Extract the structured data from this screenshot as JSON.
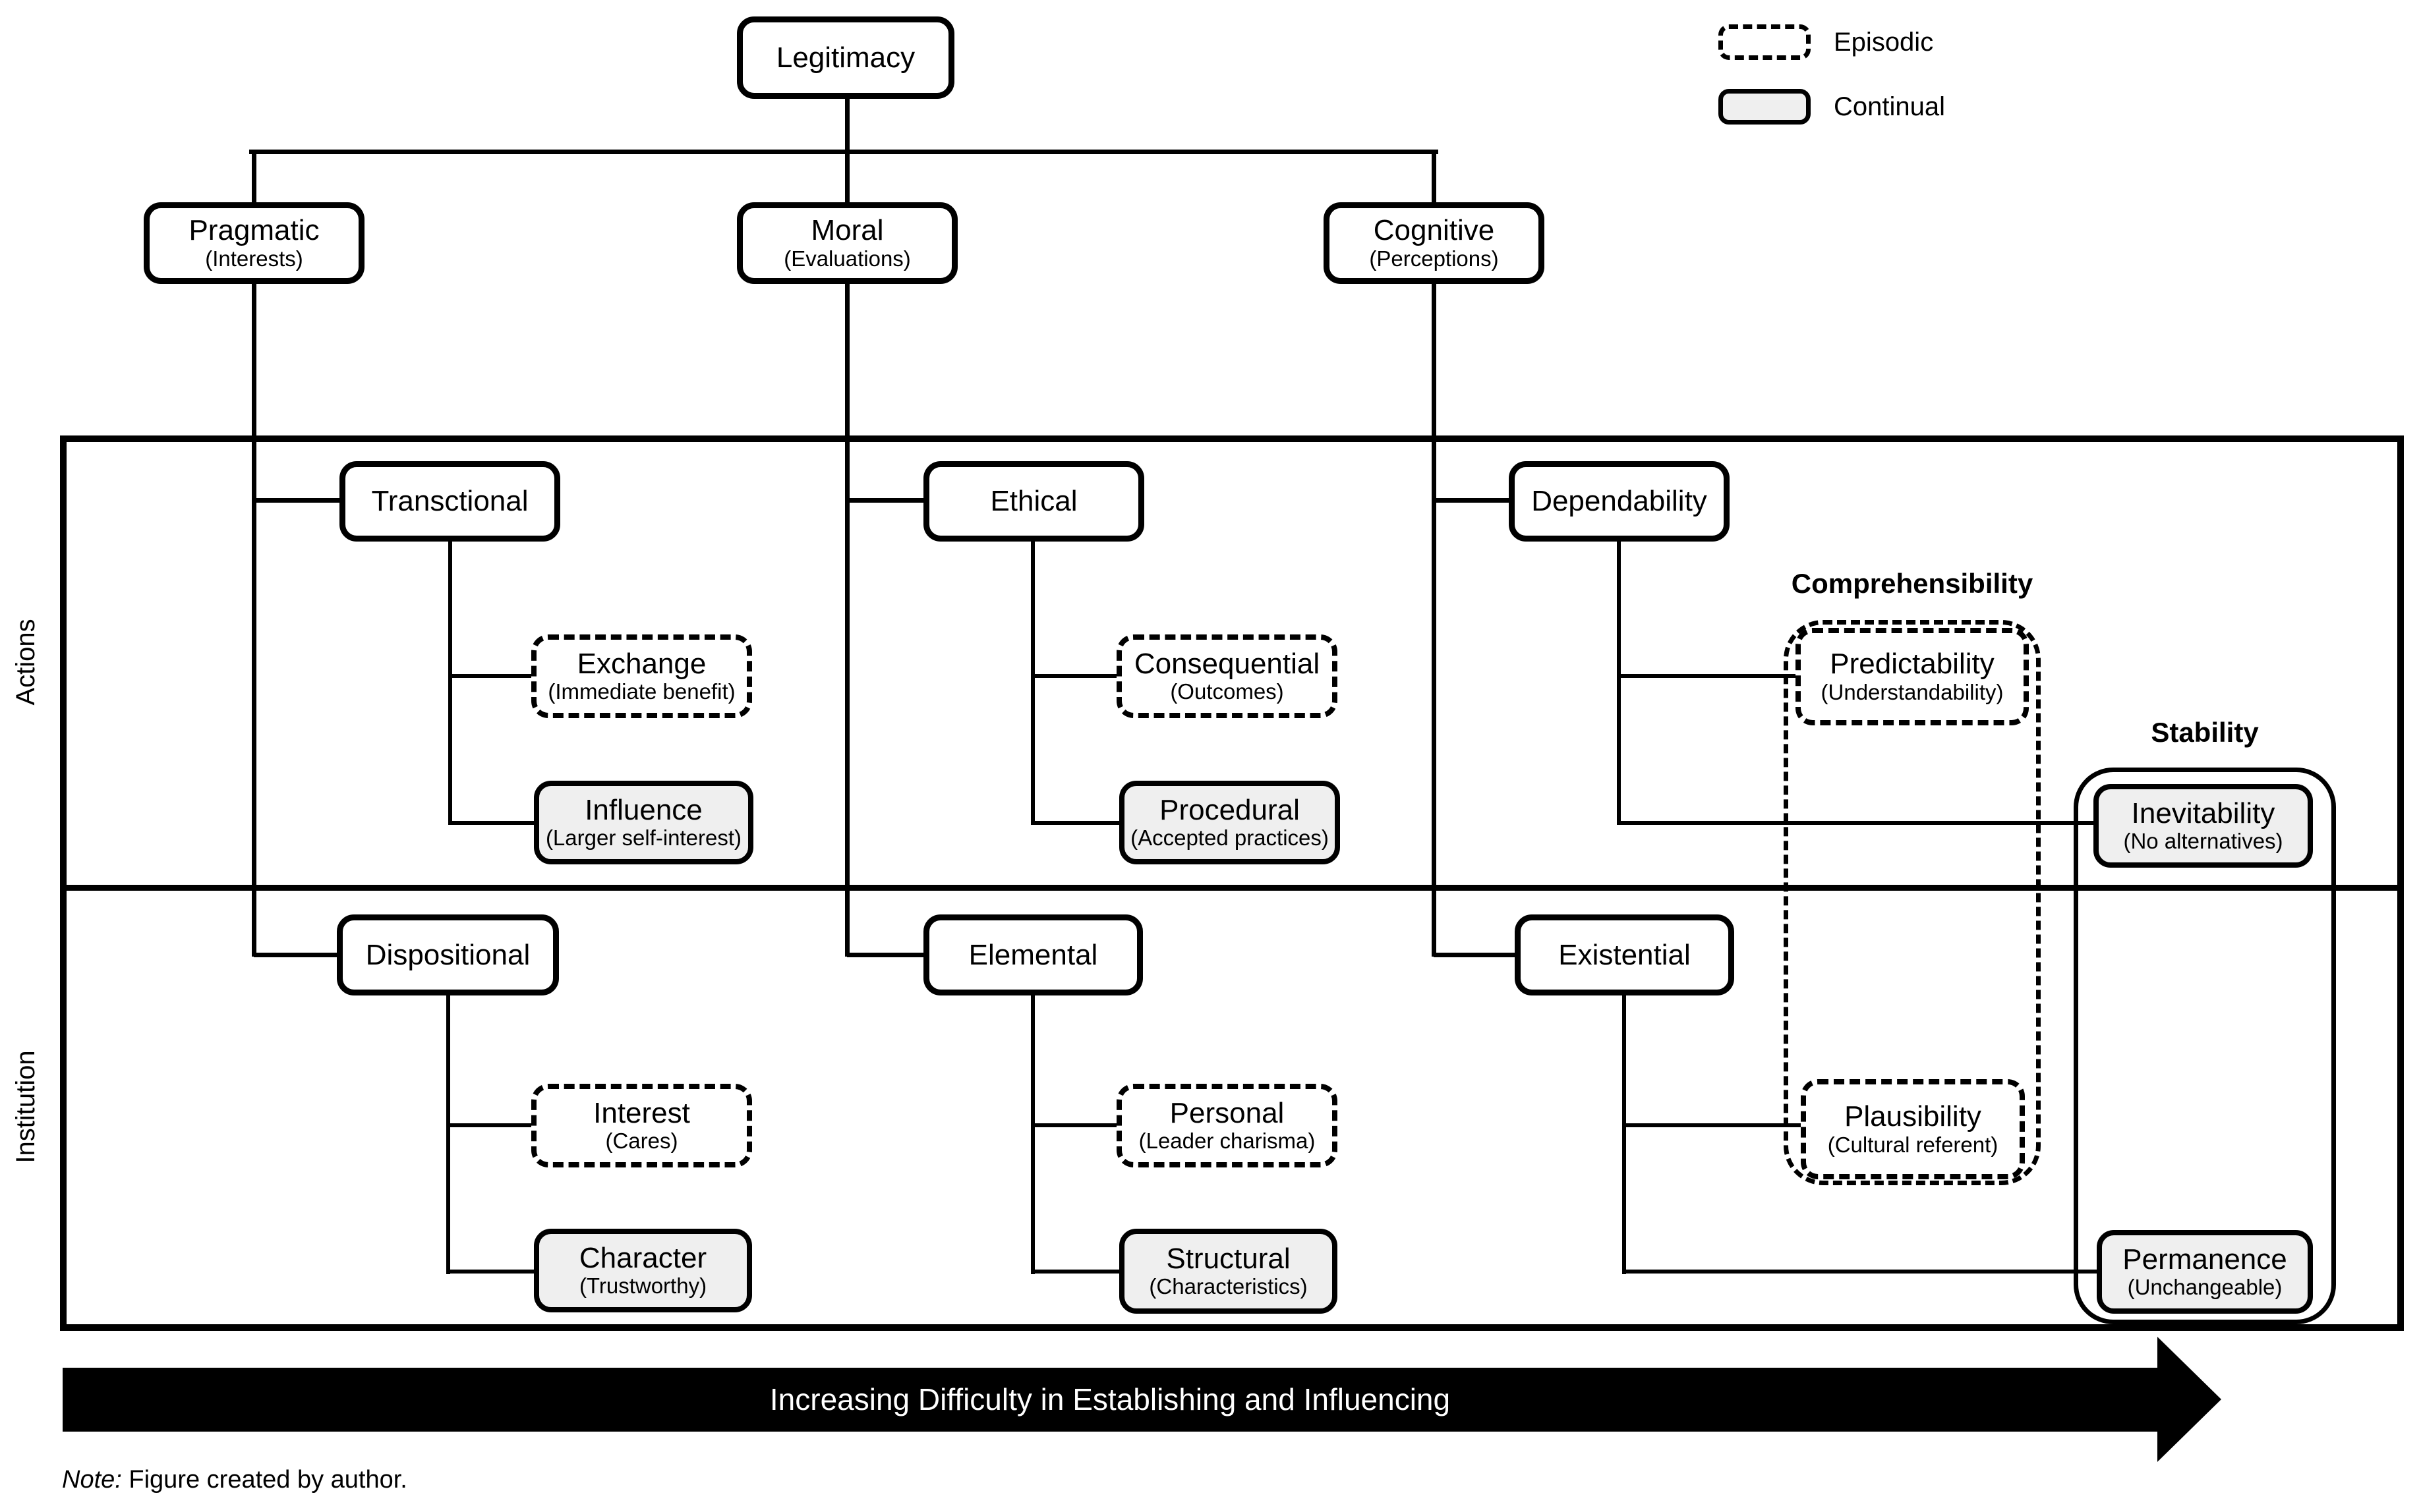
{
  "figure": {
    "root": {
      "label": "Legitimacy"
    },
    "legend": {
      "episodic_label": "Episodic",
      "continual_label": "Continual"
    },
    "branches": {
      "pragmatic": {
        "label": "Pragmatic",
        "sub": "(Interests)"
      },
      "moral": {
        "label": "Moral",
        "sub": "(Evaluations)"
      },
      "cognitive": {
        "label": "Cognitive",
        "sub": "(Perceptions)"
      }
    },
    "rows": {
      "actions": "Actions",
      "institution": "Institution"
    },
    "groups": {
      "comprehensibility": "Comprehensibility",
      "stability": "Stability"
    },
    "nodes": {
      "transactional": {
        "label": "Transctional"
      },
      "exchange": {
        "label": "Exchange",
        "sub": "(Immediate benefit)"
      },
      "influence": {
        "label": "Influence",
        "sub": "(Larger self-interest)"
      },
      "ethical": {
        "label": "Ethical"
      },
      "consequential": {
        "label": "Consequential",
        "sub": "(Outcomes)"
      },
      "procedural": {
        "label": "Procedural",
        "sub": "(Accepted practices)"
      },
      "dependability": {
        "label": "Dependability"
      },
      "predictability": {
        "label": "Predictability",
        "sub": "(Understandability)"
      },
      "inevitability": {
        "label": "Inevitability",
        "sub": "(No alternatives)"
      },
      "dispositional": {
        "label": "Dispositional"
      },
      "interest": {
        "label": "Interest",
        "sub": "(Cares)"
      },
      "character": {
        "label": "Character",
        "sub": "(Trustworthy)"
      },
      "elemental": {
        "label": "Elemental"
      },
      "personal": {
        "label": "Personal",
        "sub": "(Leader charisma)"
      },
      "structural": {
        "label": "Structural",
        "sub": "(Characteristics)"
      },
      "existential": {
        "label": "Existential"
      },
      "plausibility": {
        "label": "Plausibility",
        "sub": "(Cultural referent)"
      },
      "permanence": {
        "label": "Permanence",
        "sub": "(Unchangeable)"
      }
    },
    "arrow_label": "Increasing Difficulty in Establishing and Influencing",
    "note": {
      "prefix": "Note:",
      "text": "Figure created by author."
    },
    "colors": {
      "line": "#000000",
      "continual_fill": "#efefef",
      "background": "#ffffff",
      "arrow_fill": "#000000",
      "arrow_text": "#ffffff"
    }
  }
}
